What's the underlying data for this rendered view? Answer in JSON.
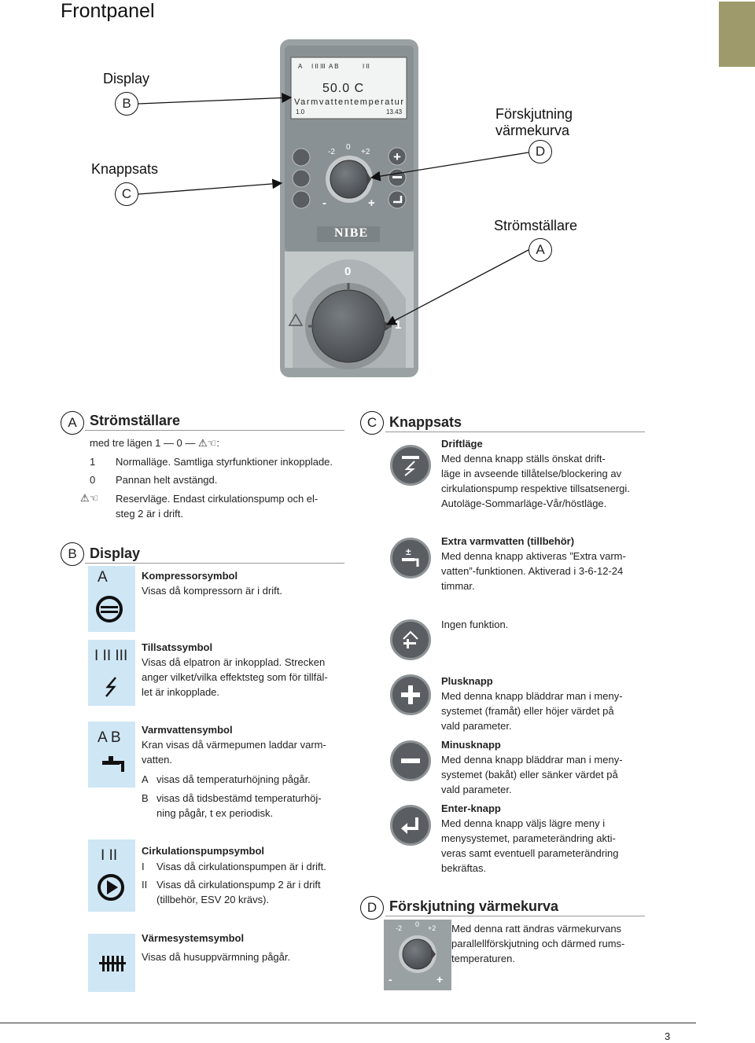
{
  "page": {
    "title": "Frontpanel",
    "page_number": "3"
  },
  "figure": {
    "display_label": "Display",
    "display_letter": "B",
    "keypad_label": "Knappsats",
    "keypad_letter": "C",
    "curve_label_line1": "Förskjutning",
    "curve_label_line2": "värmekurva",
    "curve_letter": "D",
    "switch_label": "Strömställare",
    "switch_letter": "A",
    "lcd_top_a": "A",
    "lcd_top_roman": "I II III",
    "lcd_top_ab": "A B",
    "lcd_top_pump": "I II",
    "lcd_value": "50.0  C",
    "lcd_text": "Varmvattentemperatur",
    "lcd_bottom_left": "1.0",
    "lcd_time": "13.43",
    "dial_minus2": "-2",
    "dial_zero": "0",
    "dial_plus2": "+2",
    "dial_minus": "-",
    "dial_plus": "+",
    "brand": "NIBE",
    "switch_zero": "0",
    "switch_one": "1"
  },
  "sectionA": {
    "letter": "A",
    "heading": "Strömställare",
    "intro_before": "med tre lägen 1 — 0 —",
    "intro_after": ":",
    "items": [
      {
        "key": "1",
        "text": "Normalläge. Samtliga styrfunktioner inkopplade."
      },
      {
        "key": "0",
        "text": "Pannan helt avstängd."
      },
      {
        "key": "",
        "text_line1": "Reservläge. Endast cirkulationspump och el-",
        "text_line2": "steg 2 är i drift."
      }
    ]
  },
  "sectionB": {
    "letter": "B",
    "heading": "Display",
    "items": [
      {
        "icon_label": "A",
        "title": "Kompressorsymbol",
        "lines": [
          "Visas då kompressorn är i drift."
        ]
      },
      {
        "icon_label": "I II III",
        "title": "Tillsatssymbol",
        "lines": [
          "Visas då elpatron är inkopplad. Strecken",
          "anger vilket/vilka effektsteg som för tillfäl-",
          "let är inkopplade."
        ]
      },
      {
        "icon_label": "A B",
        "title": "Varmvattensymbol",
        "lines": [
          "Kran visas då värmepumen laddar varm-",
          "vatten."
        ],
        "subitems": [
          {
            "key": "A",
            "lines": [
              "visas då temperaturhöjning pågår."
            ]
          },
          {
            "key": "B",
            "lines": [
              "visas då tidsbestämd temperaturhöj-",
              "ning pågår, t ex periodisk."
            ]
          }
        ]
      },
      {
        "icon_label": "I II",
        "title": "Cirkulationspumpsymbol",
        "subitems": [
          {
            "key": "I",
            "lines": [
              "Visas då cirkulationspumpen är i drift."
            ]
          },
          {
            "key": "II",
            "lines": [
              "Visas då cirkulationspump 2 är i drift",
              "(tillbehör, ESV 20 krävs)."
            ]
          }
        ]
      },
      {
        "title": "Värmesystemsymbol",
        "lines": [
          "Visas då husuppvärmning pågår."
        ]
      }
    ]
  },
  "sectionC": {
    "letter": "C",
    "heading": "Knappsats",
    "items": [
      {
        "title": "Driftläge",
        "lines": [
          "Med denna knapp ställs önskat drift-",
          "läge in avseende tillåtelse/blockering av",
          "cirkulationspump respektive tillsatsenergi.",
          "Autoläge-Sommarläge-Vår/höstläge."
        ]
      },
      {
        "title": "Extra varmvatten (tillbehör)",
        "lines": [
          "Med denna knapp aktiveras ”Extra varm-",
          "vatten”-funktionen. Aktiverad i 3-6-12-24",
          "timmar."
        ]
      },
      {
        "title": "",
        "lines": [
          "Ingen funktion."
        ]
      },
      {
        "title": "Plusknapp",
        "lines": [
          "Med denna knapp bläddrar man i meny-",
          "systemet (framåt) eller höjer värdet på",
          "vald parameter."
        ]
      },
      {
        "title": "Minusknapp",
        "lines": [
          "Med denna knapp bläddrar man i meny-",
          "systemet (bakåt) eller sänker värdet på",
          "vald parameter."
        ]
      },
      {
        "title": "Enter-knapp",
        "lines": [
          "Med denna knapp väljs lägre meny i",
          "menysystemet, parameterändring akti-",
          "veras samt eventuell parameterändring",
          "bekräftas."
        ]
      }
    ]
  },
  "sectionD": {
    "letter": "D",
    "heading": "Förskjutning värmekurva",
    "dial_minus2": "-2",
    "dial_zero": "0",
    "dial_plus2": "+2",
    "dial_minus": "-",
    "dial_plus": "+",
    "lines": [
      "Med denna ratt ändras värmekurvans",
      "parallellförskjutning och därmed rums-",
      "temperaturen."
    ]
  },
  "colors": {
    "panel": "#9aa1a3",
    "panel_dark": "#555b5f",
    "icon_bg": "#cfe6f5",
    "tab": "#9e9a6c"
  }
}
